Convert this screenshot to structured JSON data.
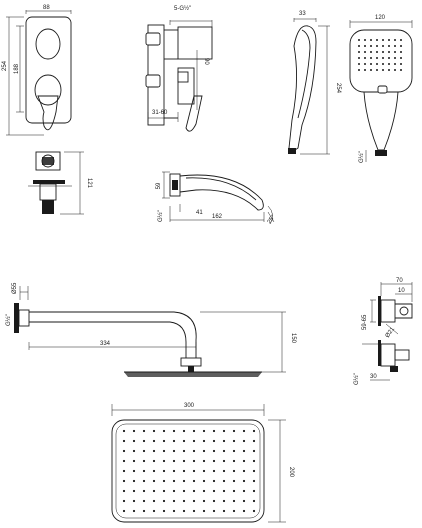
{
  "colors": {
    "ink": "#1a1a1a",
    "background": "#ffffff"
  },
  "valve_plate": {
    "width": "88",
    "height_outer": "254",
    "height_inner": "188"
  },
  "valve_body": {
    "thread": "5-G½\"",
    "depth": "90",
    "range": "31-60"
  },
  "hand_shower_side": {
    "top": "33",
    "length": "254"
  },
  "hand_shower_front": {
    "width": "120",
    "thread": "G½\""
  },
  "valve_side": {
    "height": "121"
  },
  "spout": {
    "height": "59",
    "thread": "G½\"",
    "offset": "41",
    "length": "162",
    "angle": "25°"
  },
  "shower_arm": {
    "diameter": "Ø55",
    "thread": "G½\"",
    "length": "334",
    "drop": "150"
  },
  "holder": {
    "width": "70",
    "offset": "10",
    "range": "59-65",
    "diameter": "Ø21",
    "thread": "G½\"",
    "depth": "30"
  },
  "rain_head": {
    "width": "300",
    "height": "200"
  }
}
